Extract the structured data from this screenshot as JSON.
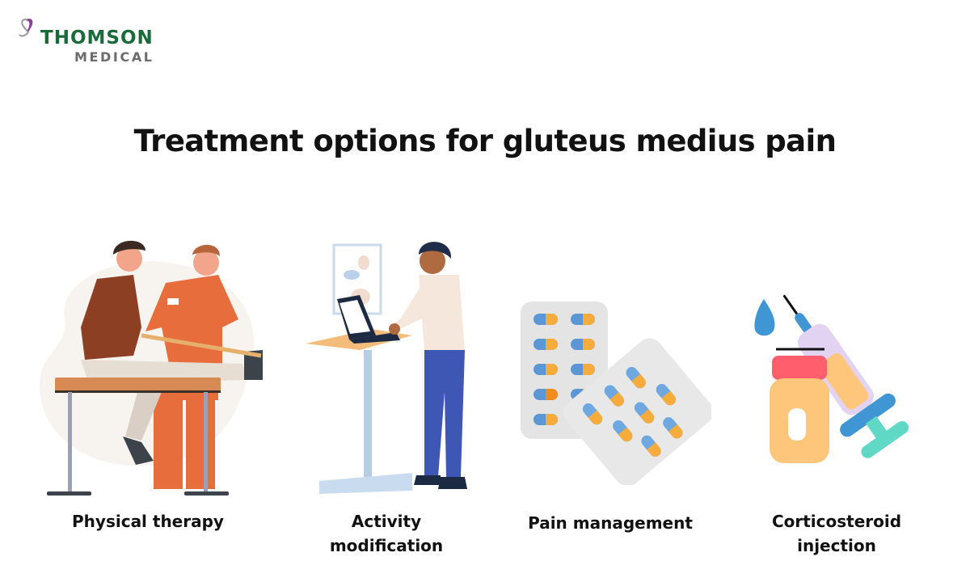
{
  "logo": {
    "brand": "THOMSON",
    "sub": "MEDICAL",
    "icon": "heart-butterfly-icon",
    "colors": {
      "brand": "#1a6b3a",
      "sub": "#6b6b6b",
      "mark_purple": "#8a3d9c",
      "mark_gray": "#9a9a9a"
    }
  },
  "page": {
    "title": "Treatment options for gluteus medius pain"
  },
  "options": [
    {
      "label": "Physical therapy",
      "icon": "physical-therapy-illustration"
    },
    {
      "label": "Activity modification",
      "label_line1": "Activity",
      "label_line2": "modification",
      "icon": "standing-desk-illustration"
    },
    {
      "label": "Pain management",
      "icon": "pill-blister-packs-illustration"
    },
    {
      "label": "Corticosteroid injection",
      "label_line1": "Corticosteroid",
      "label_line2": "injection",
      "icon": "syringe-vial-illustration"
    }
  ]
}
